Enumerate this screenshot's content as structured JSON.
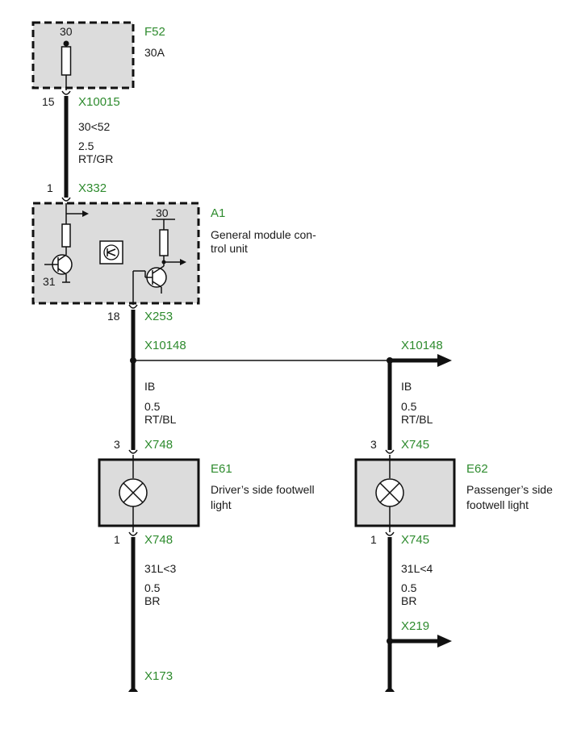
{
  "components": {
    "f52": {
      "id": "F52",
      "rating": "30A",
      "terminal": "30"
    },
    "a1": {
      "id": "A1",
      "name_line1": "General module con-",
      "name_line2": "trol unit",
      "terminal_top": "30",
      "terminal_ground": "31"
    },
    "e61": {
      "id": "E61",
      "name_line1": "Driver’s side footwell",
      "name_line2": " light"
    },
    "e62": {
      "id": "E62",
      "name_line1": "Passenger’s side",
      "name_line2": " footwell light"
    }
  },
  "connectors": {
    "x10015": {
      "label": "X10015",
      "pin": "15"
    },
    "x332": {
      "label": "X332",
      "pin": "1"
    },
    "x253": {
      "label": "X253",
      "pin": "18"
    },
    "x10148_splice": {
      "label": "X10148"
    },
    "x10148_out": {
      "label": "X10148"
    },
    "x748_top": {
      "label": "X748",
      "pin": "3"
    },
    "x748_bottom": {
      "label": "X748",
      "pin": "1"
    },
    "x745_top": {
      "label": "X745",
      "pin": "3"
    },
    "x745_bottom": {
      "label": "X745",
      "pin": "1"
    },
    "x219": {
      "label": "X219"
    },
    "x173": {
      "label": "X173"
    }
  },
  "wires": {
    "w1": {
      "circuit": "30<52",
      "size": "2.5",
      "color": "RT/GR"
    },
    "w2": {
      "circuit": "IB",
      "size": "0.5",
      "color": "RT/BL"
    },
    "w3": {
      "circuit": "IB",
      "size": "0.5",
      "color": "RT/BL"
    },
    "w4": {
      "circuit": "31L<3",
      "size": "0.5",
      "color": "BR"
    },
    "w5": {
      "circuit": "31L<4",
      "size": "0.5",
      "color": "BR"
    }
  },
  "colors": {
    "label_green": "#2e8b2e",
    "box_fill": "#dcdcdc",
    "wire": "#111111"
  }
}
